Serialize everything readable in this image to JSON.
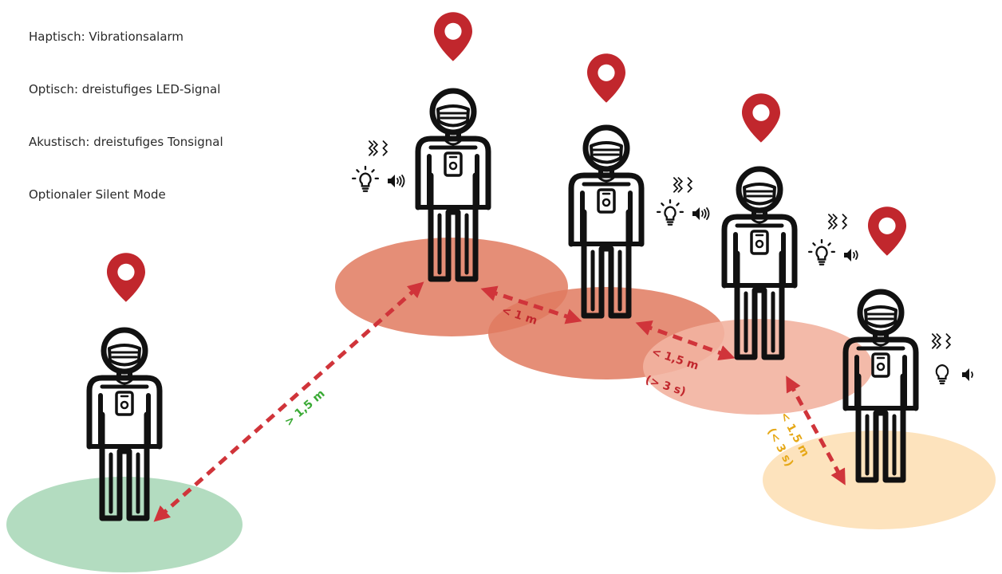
{
  "legend": {
    "haptic": "Haptisch: Vibrationsalarm",
    "optical": "Optisch: dreistufiges LED-Signal",
    "acoustic": "Akustisch: dreistufiges Tonsignal",
    "silent": "Optionaler Silent Mode"
  },
  "distances": {
    "green": "> 1,5 m",
    "red_close": "< 1 m",
    "red_mid": "< 1,5 m",
    "red_mid_time": "(> 3 s)",
    "yellow": "< 1,5 m",
    "yellow_time": "(< 3 s)"
  },
  "colors": {
    "marker": "#c1272d",
    "arrow": "#d0343a",
    "green_text": "#3aaa35",
    "red_text": "#c1272d",
    "yellow_text": "#e6a817",
    "zone_green": "#b3dcc0",
    "zone_red": "#e07a5f",
    "zone_light_red": "#f2b3a0",
    "zone_yellow": "#fde3bd",
    "figure": "#111111"
  },
  "icons": [
    "location-pin-icon",
    "person-with-mask-icon",
    "id-badge-icon",
    "vibration-icon",
    "light-bulb-icon",
    "speaker-icon"
  ]
}
